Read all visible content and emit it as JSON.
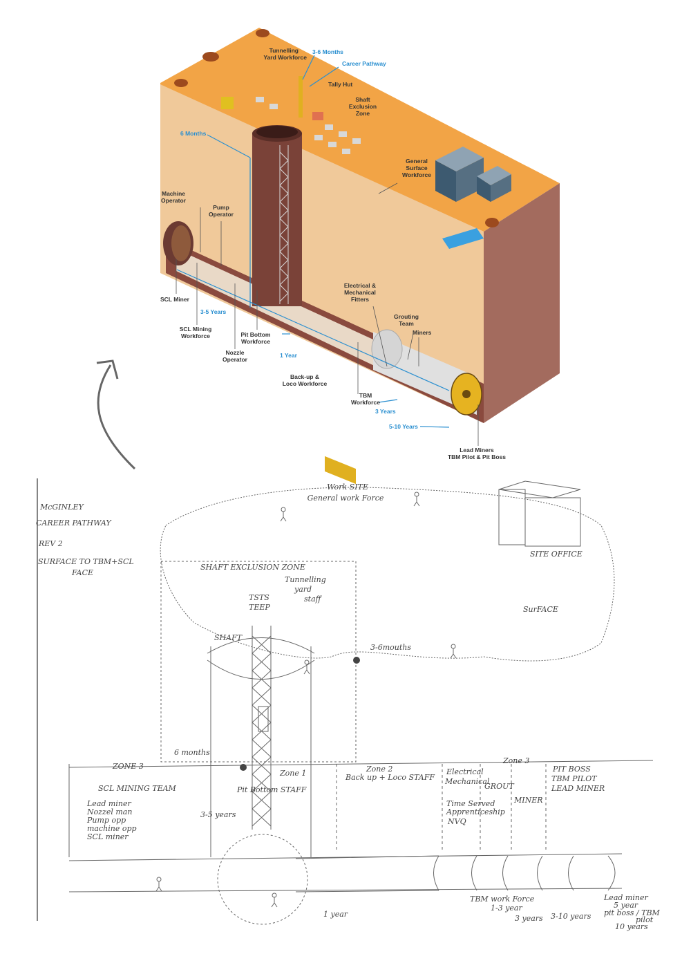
{
  "diagram": {
    "labels": {
      "tunnelling_yard": [
        "Tunnelling",
        "Yard Workforce"
      ],
      "three_six_months": "3-6 Months",
      "career_pathway": "Career Pathway",
      "tally_hut": "Tally Hut",
      "shaft_exclusion": [
        "Shaft",
        "Exclusion",
        "Zone"
      ],
      "six_months": "6 Months",
      "general_surface": [
        "General",
        "Surface",
        "Workforce"
      ],
      "machine_operator": [
        "Machine",
        "Operator"
      ],
      "pump_operator": [
        "Pump",
        "Operator"
      ],
      "scl_miner": "SCL Miner",
      "three_five_years": "3-5 Years",
      "scl_mining": [
        "SCL Mining",
        "Workforce"
      ],
      "pit_bottom": [
        "Pit Bottom",
        "Workforce"
      ],
      "nozzle_operator": [
        "Nozzle",
        "Operator"
      ],
      "one_year": "1 Year",
      "electrical": [
        "Electrical &",
        "Mechanical",
        "Fitters"
      ],
      "grouting": [
        "Grouting",
        "Team"
      ],
      "miners": "Miners",
      "backup_loco": [
        "Back-up &",
        "Loco Workforce"
      ],
      "tbm_workforce": [
        "TBM",
        "Workforce"
      ],
      "three_years": "3 Years",
      "five_ten_years": "5-10 Years",
      "lead_miners": [
        "Lead Miners",
        "TBM Pilot & Pit Boss"
      ]
    }
  },
  "sketch": {
    "title": [
      "McGINLEY",
      "CAREER PATHWAY",
      "REV 2",
      "SURFACE TO TBM+SCL",
      "FACE"
    ],
    "work_site": [
      "Work SITE",
      "General work Force"
    ],
    "site_office": "SITE OFFICE",
    "surface": "SurFACE",
    "shaft_exclusion": "SHAFT EXCLUSION ZONE",
    "tunnelling_staff": [
      "Tunnelling",
      "yard",
      "staff"
    ],
    "tsts": [
      "TSTS",
      "TEEP"
    ],
    "shaft": "SHAFT",
    "three_six": "3-6mouths",
    "six_months": "6 months",
    "zone3_left": "ZONE 3",
    "zone1": "Zone 1",
    "zone2": [
      "Zone 2",
      "Back up + Loco STAFF"
    ],
    "zone3_right": "Zone 3",
    "scl_team": "SCL MINING TEAM",
    "pit_bottom": "Pit Bottom STAFF",
    "electrical": [
      "Electrical",
      "Mechanical"
    ],
    "grout": "GROUT",
    "miner": "MINER",
    "time_served": [
      "Time Served",
      "Apprenticeship",
      "NVQ"
    ],
    "pit_boss": [
      "PIT BOSS",
      "TBM PILOT",
      "LEAD MINER"
    ],
    "scl_list": [
      "Lead miner",
      "Nozzel man",
      "Pump opp",
      "machine opp",
      "SCL miner"
    ],
    "three_five": "3-5 years",
    "one_year": "1 year",
    "tbm_force": "TBM work Force",
    "one_three": "1-3 year",
    "three_years": "3 years",
    "three_ten": "3-10 years",
    "lead_miner_note": [
      "Lead miner",
      "5 year",
      "pit boss / TBM",
      "pilot",
      "10 years"
    ]
  },
  "colors": {
    "ground_top": "#f2a446",
    "ground_front": "#f0c99a",
    "ground_right": "#a36b5e",
    "shaft": "#7a4238",
    "accent_blue": "#2a8fd0"
  }
}
